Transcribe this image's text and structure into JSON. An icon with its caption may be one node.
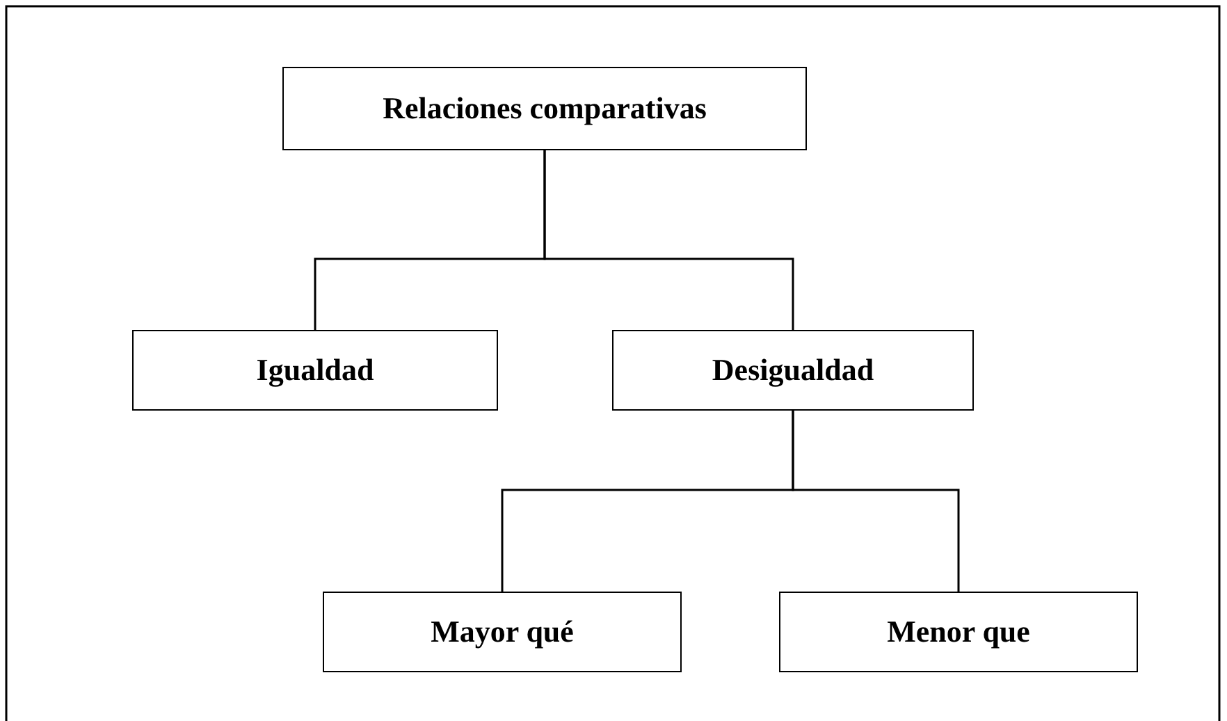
{
  "diagram": {
    "nodes": [
      {
        "text": [
          "Relaciones comparativas"
        ]
      },
      {
        "text": [
          "Igualdad"
        ]
      },
      {
        "text": [
          "Desigualdad"
        ]
      },
      {
        "text": [
          "Mayor qué"
        ]
      },
      {
        "text": [
          "Menor que"
        ]
      }
    ],
    "edges": [
      {
        "from": 0,
        "to": 1,
        "arrow": "none"
      },
      {
        "from": 0,
        "to": 2,
        "arrow": "none"
      },
      {
        "from": 2,
        "to": 3,
        "arrow": "none"
      },
      {
        "from": 2,
        "to": 4,
        "arrow": "none"
      }
    ]
  }
}
